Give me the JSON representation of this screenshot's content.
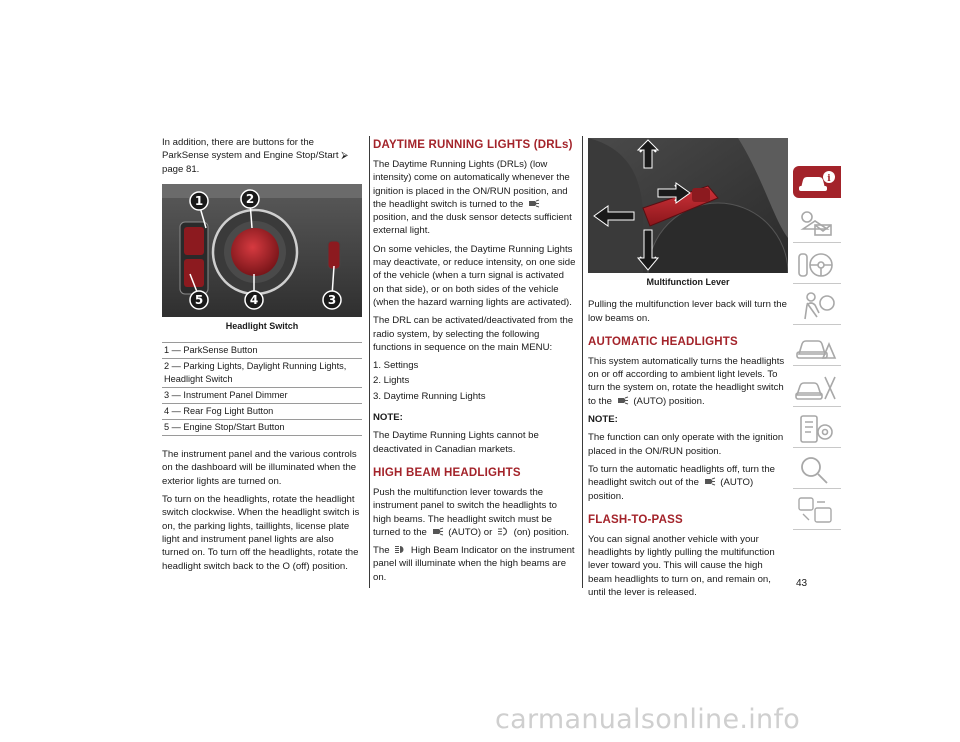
{
  "col1": {
    "intro": "In addition, there are buttons for the ParkSense system and Engine Stop/Start",
    "intro_ref": "page 81.",
    "figure_caption": "Headlight Switch",
    "callouts": [
      "1",
      "2",
      "3",
      "4",
      "5"
    ],
    "legend": [
      "1 — ParkSense Button",
      "2 — Parking Lights, Daylight Running Lights, Headlight Switch",
      "3 — Instrument Panel Dimmer",
      "4 — Rear Fog Light Button",
      "5 — Engine Stop/Start Button"
    ],
    "para1": "The instrument panel and the various controls on the dashboard will be illuminated when the exterior lights are turned on.",
    "para2": "To turn on the headlights, rotate the headlight switch clockwise. When the headlight switch is on, the parking lights, taillights, license plate light and instrument panel lights are also turned on. To turn off the headlights, rotate the headlight switch back to the O (off) position."
  },
  "col2": {
    "drl_heading": "DAYTIME RUNNING LIGHTS (DRLs)",
    "drl_p1a": "The Daytime Running Lights (DRLs) (low intensity) come on automatically whenever the ignition is placed in the ON/RUN position, and the headlight switch is turned to the",
    "drl_p1b": "position, and the dusk sensor detects sufficient external light.",
    "drl_p2": "On some vehicles, the Daytime Running Lights may deactivate, or reduce intensity, on one side of the vehicle (when a turn signal is activated on that side), or on both sides of the vehicle (when the hazard warning lights are activated).",
    "drl_p3": "The DRL can be activated/deactivated from the radio system, by selecting the following functions in sequence on the main MENU:",
    "menu_steps": [
      "1.  Settings",
      "2.  Lights",
      "3.  Daytime Running Lights"
    ],
    "note_label": "NOTE:",
    "note_text": "The Daytime Running Lights cannot be deactivated in Canadian markets.",
    "hb_heading": "HIGH BEAM HEADLIGHTS",
    "hb_p1a": "Push the multifunction lever towards the instrument panel to switch the headlights to high beams. The headlight switch must be turned to the",
    "hb_p1b": "(AUTO) or",
    "hb_p1c": "(on) position.",
    "hb_p2a": "The",
    "hb_p2b": "High Beam Indicator on the instrument panel will illuminate when the high beams are on."
  },
  "col3": {
    "figure_caption": "Multifunction Lever",
    "pull_text": "Pulling the multifunction lever back will turn the low beams on.",
    "auto_heading": "AUTOMATIC HEADLIGHTS",
    "auto_p1a": "This system automatically turns the headlights on or off according to ambient light levels. To turn the system on, rotate the headlight switch to the",
    "auto_p1b": "(AUTO) position.",
    "note_label": "NOTE:",
    "note_text": "The function can only operate with the ignition placed in the ON/RUN position.",
    "auto_p2a": "To turn the automatic headlights off, turn the headlight switch out of the",
    "auto_p2b": "(AUTO) position.",
    "flash_heading": "FLASH-TO-PASS",
    "flash_p": "You can signal another vehicle with your headlights by lightly pulling the multifunction lever toward you. This will cause the high beam headlights to turn on, and remain on, until the lever is released."
  },
  "page_number": "43",
  "watermark": "carmanualsonline.info",
  "colors": {
    "accent": "#a3232a",
    "rule": "#3a3a3a",
    "icon_gray": "#a8a8a8"
  },
  "sidebar_icons": [
    "car-info-icon",
    "warning-lights-icon",
    "steering-wheel-icon",
    "seatbelt-airbag-icon",
    "car-emergency-icon",
    "tools-car-icon",
    "specifications-icon",
    "search-icon",
    "language-index-icon"
  ]
}
